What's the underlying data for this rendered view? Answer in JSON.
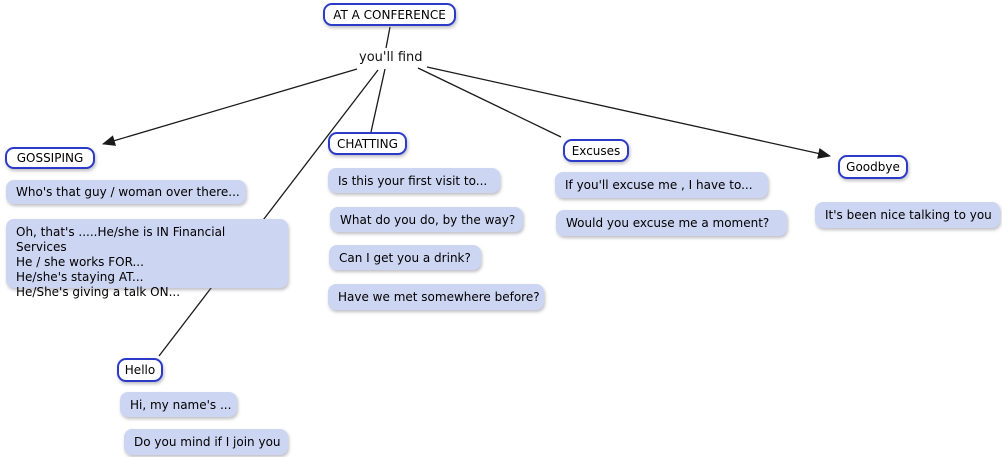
{
  "title": {
    "label": "AT A CONFERENCE"
  },
  "connector": {
    "label": "you'll find"
  },
  "categories": {
    "gossiping": {
      "label": "GOSSIPING"
    },
    "chatting": {
      "label": "CHATTING"
    },
    "excuses": {
      "label": "Excuses"
    },
    "goodbye": {
      "label": "Goodbye"
    },
    "hello": {
      "label": "Hello"
    }
  },
  "phrases": {
    "gossiping_q": "Who's that guy / woman over there...",
    "gossiping_a": "Oh, that's .....He/she is IN Financial Services\nHe / she works FOR...\nHe/she's staying AT...\nHe/She's giving a talk ON...",
    "chatting_1": "Is this your first visit to...",
    "chatting_2": "What do you do, by the way?",
    "chatting_3": "Can I get you a drink?",
    "chatting_4": "Have we met somewhere before?",
    "excuses_1": "If you'll excuse me , I have to...",
    "excuses_2": "Would you excuse me a moment?",
    "goodbye_1": "It's been nice talking to you",
    "hello_1": "Hi, my name's ...",
    "hello_2": "Do you mind if I join you"
  },
  "colors": {
    "node-border": "#2b3bc7",
    "phrase-fill": "#ccd5f2",
    "line-color": "#1a1a1a",
    "text-color": "#000000"
  }
}
